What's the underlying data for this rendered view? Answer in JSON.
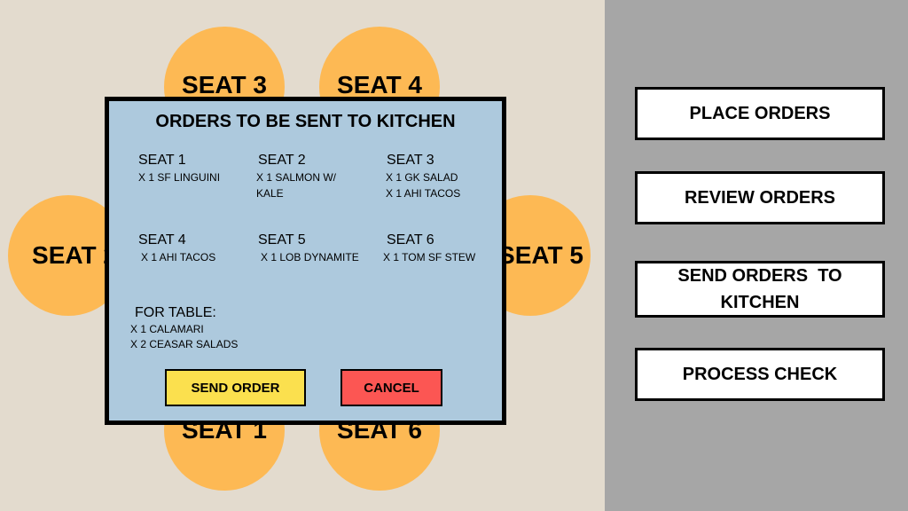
{
  "seats": {
    "seat_1": "SEAT 1",
    "seat_2": "SEAT 2",
    "seat_3": "SEAT 3",
    "seat_4": "SEAT 4",
    "seat_5": "SEAT 5",
    "seat_6": "SEAT 6"
  },
  "sidebar": {
    "place_orders": "PLACE ORDERS",
    "review_orders": "REVIEW ORDERS",
    "send_orders_line1": "SEND ORDERS  TO",
    "send_orders_line2": "KITCHEN",
    "process_check": "PROCESS CHECK"
  },
  "modal": {
    "title": "ORDERS TO BE SENT TO KITCHEN",
    "orders": [
      {
        "label": "SEAT 1",
        "items": [
          "X 1 SF LINGUINI"
        ]
      },
      {
        "label": "SEAT 2",
        "items": [
          "X 1 SALMON W/",
          "KALE"
        ]
      },
      {
        "label": "SEAT 3",
        "items": [
          "X 1 GK SALAD",
          "X 1 AHI TACOS"
        ]
      },
      {
        "label": "SEAT 4",
        "items": [
          "X 1 AHI TACOS"
        ]
      },
      {
        "label": "SEAT 5",
        "items": [
          "X 1 LOB DYNAMITE"
        ]
      },
      {
        "label": "SEAT 6",
        "items": [
          "X 1 TOM SF STEW"
        ]
      }
    ],
    "table": {
      "label": "FOR TABLE:",
      "items": [
        "X 1 CALAMARI",
        "X 2 CEASAR SALADS"
      ]
    },
    "send_label": "SEND ORDER",
    "cancel_label": "CANCEL"
  },
  "colors": {
    "floor": "#e3dbce",
    "seat": "#fdb954",
    "sidebar": "#a6a6a6",
    "modal": "#adc9dd",
    "send_button": "#fbe04e",
    "cancel_button": "#fc5653"
  }
}
